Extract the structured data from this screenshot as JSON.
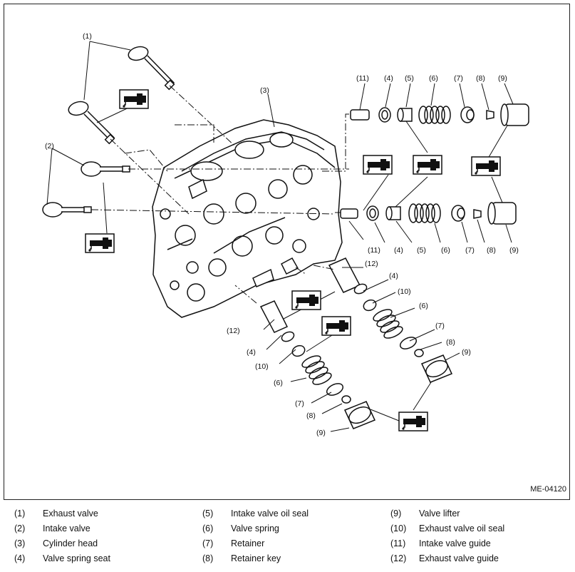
{
  "figure_id": "ME-04120",
  "callouts": {
    "c1": "(1)",
    "c2": "(2)",
    "c3": "(3)",
    "c4": "(4)",
    "c5": "(5)",
    "c6": "(6)",
    "c7": "(7)",
    "c8": "(8)",
    "c9": "(9)",
    "c10": "(10)",
    "c11": "(11)",
    "c12": "(12)"
  },
  "icons": {
    "oil_symbol": "oil-can-icon"
  },
  "legend": [
    {
      "num": "(1)",
      "label": "Exhaust valve"
    },
    {
      "num": "(2)",
      "label": "Intake valve"
    },
    {
      "num": "(3)",
      "label": "Cylinder head"
    },
    {
      "num": "(4)",
      "label": "Valve spring seat"
    },
    {
      "num": "(5)",
      "label": "Intake valve oil seal"
    },
    {
      "num": "(6)",
      "label": "Valve spring"
    },
    {
      "num": "(7)",
      "label": "Retainer"
    },
    {
      "num": "(8)",
      "label": "Retainer key"
    },
    {
      "num": "(9)",
      "label": "Valve lifter"
    },
    {
      "num": "(10)",
      "label": "Exhaust valve oil seal"
    },
    {
      "num": "(11)",
      "label": "Intake valve guide"
    },
    {
      "num": "(12)",
      "label": "Exhaust valve guide"
    }
  ]
}
